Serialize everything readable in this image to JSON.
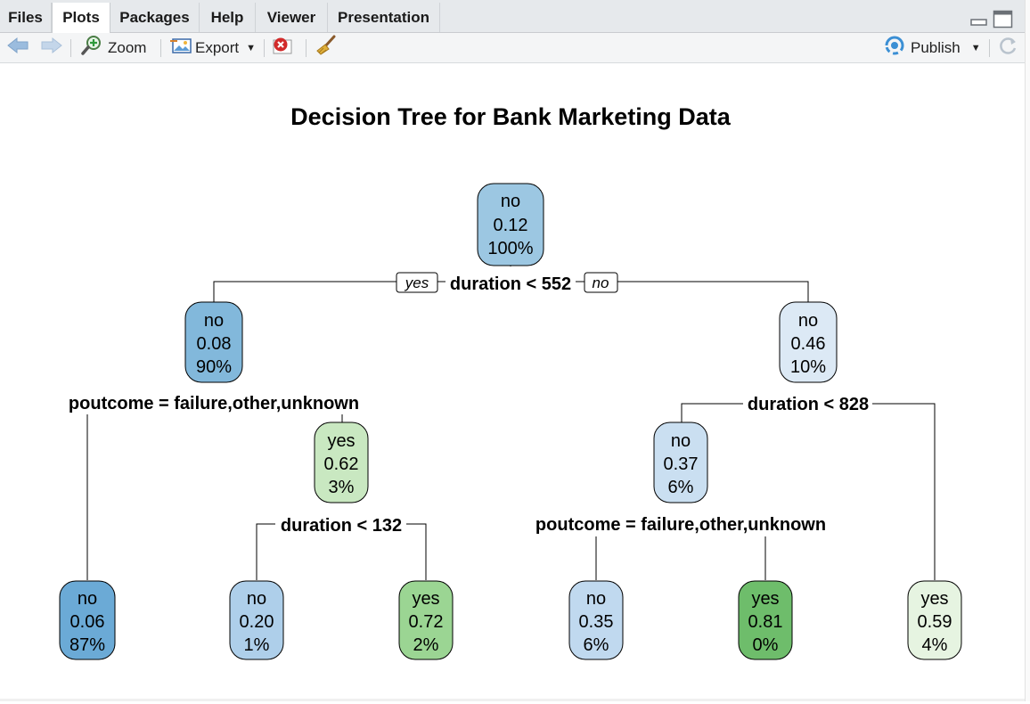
{
  "tabs": [
    {
      "label": "Files",
      "active": false
    },
    {
      "label": "Plots",
      "active": true
    },
    {
      "label": "Packages",
      "active": false
    },
    {
      "label": "Help",
      "active": false
    },
    {
      "label": "Viewer",
      "active": false
    },
    {
      "label": "Presentation",
      "active": false
    }
  ],
  "toolbar": {
    "back_icon": "arrow-left-icon",
    "forward_icon": "arrow-right-icon",
    "zoom_label": "Zoom",
    "export_label": "Export",
    "remove_icon": "remove-plot-icon",
    "clear_icon": "broom-icon",
    "publish_label": "Publish",
    "refresh_icon": "refresh-icon"
  },
  "plot": {
    "title": "Decision Tree for Bank Marketing Data",
    "edge_labels": {
      "yes": "yes",
      "no": "no"
    },
    "nodes": [
      {
        "id": "n1",
        "class": "no",
        "prob": "0.12",
        "pct": "100%",
        "color": "#9cc7e2"
      },
      {
        "id": "n2",
        "class": "no",
        "prob": "0.08",
        "pct": "90%",
        "color": "#82b8db"
      },
      {
        "id": "n3",
        "class": "no",
        "prob": "0.46",
        "pct": "10%",
        "color": "#dce9f5"
      },
      {
        "id": "n5",
        "class": "yes",
        "prob": "0.62",
        "pct": "3%",
        "color": "#c9e8c1"
      },
      {
        "id": "n6",
        "class": "no",
        "prob": "0.37",
        "pct": "6%",
        "color": "#cadff1"
      },
      {
        "id": "n4",
        "class": "no",
        "prob": "0.06",
        "pct": "87%",
        "color": "#6baad6"
      },
      {
        "id": "n10",
        "class": "no",
        "prob": "0.20",
        "pct": "1%",
        "color": "#aecfea"
      },
      {
        "id": "n11",
        "class": "yes",
        "prob": "0.72",
        "pct": "2%",
        "color": "#9bd593"
      },
      {
        "id": "n12",
        "class": "no",
        "prob": "0.35",
        "pct": "6%",
        "color": "#c0d9ef"
      },
      {
        "id": "n13",
        "class": "yes",
        "prob": "0.81",
        "pct": "0%",
        "color": "#6ebd6b"
      },
      {
        "id": "n7",
        "class": "yes",
        "prob": "0.59",
        "pct": "4%",
        "color": "#e6f4e1"
      }
    ],
    "splits": [
      {
        "id": "s1",
        "text": "duration < 552"
      },
      {
        "id": "s2",
        "text": "poutcome = failure,other,unknown"
      },
      {
        "id": "s3",
        "text": "duration < 828"
      },
      {
        "id": "s4",
        "text": "duration < 132"
      },
      {
        "id": "s5",
        "text": "poutcome = failure,other,unknown"
      }
    ]
  }
}
